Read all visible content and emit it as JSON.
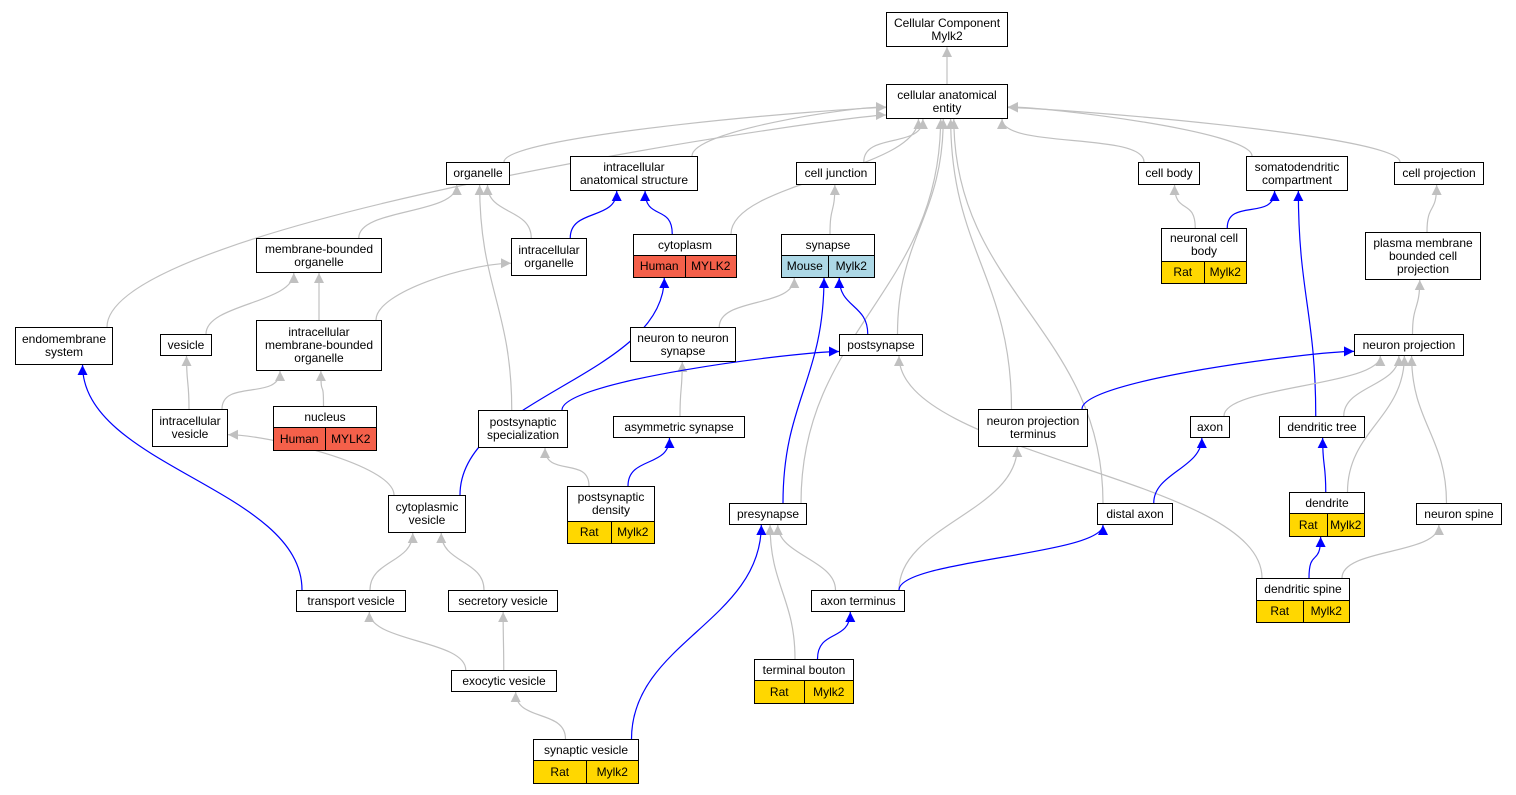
{
  "colors": {
    "is_a_edge": "#c0c0c0",
    "part_of_edge": "#0000ff",
    "rat": "#ffd700",
    "human": "#f4604a",
    "mouse": "#add8e6"
  },
  "nodes": {
    "root": {
      "label": "Cellular Component\nMylk2"
    },
    "cellular_anatomical_entity": {
      "label": "cellular anatomical\nentity"
    },
    "organelle": {
      "label": "organelle"
    },
    "intracellular_anatomical_structure": {
      "label": "intracellular\nanatomical structure"
    },
    "cell_junction": {
      "label": "cell junction"
    },
    "cell_body": {
      "label": "cell body"
    },
    "somatodendritic_compartment": {
      "label": "somatodendritic\ncompartment"
    },
    "cell_projection": {
      "label": "cell projection"
    },
    "membrane_bounded_organelle": {
      "label": "membrane-bounded\norganelle"
    },
    "intracellular_organelle": {
      "label": "intracellular\norganelle"
    },
    "cytoplasm": {
      "label": "cytoplasm",
      "species": "Human",
      "gene": "MYLK2",
      "species_color": "#f4604a"
    },
    "synapse": {
      "label": "synapse",
      "species": "Mouse",
      "gene": "Mylk2",
      "species_color": "#add8e6"
    },
    "neuronal_cell_body": {
      "label": "neuronal cell\nbody",
      "species": "Rat",
      "gene": "Mylk2",
      "species_color": "#ffd700"
    },
    "plasma_membrane_bounded_cell_projection": {
      "label": "plasma membrane\nbounded cell\nprojection"
    },
    "endomembrane_system": {
      "label": "endomembrane\nsystem"
    },
    "vesicle": {
      "label": "vesicle"
    },
    "intracellular_membrane_bounded_organelle": {
      "label": "intracellular\nmembrane-bounded\norganelle"
    },
    "neuron_to_neuron_synapse": {
      "label": "neuron to neuron\nsynapse"
    },
    "postsynapse": {
      "label": "postsynapse"
    },
    "neuron_projection": {
      "label": "neuron projection"
    },
    "intracellular_vesicle": {
      "label": "intracellular\nvesicle"
    },
    "nucleus": {
      "label": "nucleus",
      "species": "Human",
      "gene": "MYLK2",
      "species_color": "#f4604a"
    },
    "postsynaptic_specialization": {
      "label": "postsynaptic\nspecialization"
    },
    "asymmetric_synapse": {
      "label": "asymmetric synapse"
    },
    "neuron_projection_terminus": {
      "label": "neuron projection\nterminus"
    },
    "axon": {
      "label": "axon"
    },
    "dendritic_tree": {
      "label": "dendritic tree"
    },
    "cytoplasmic_vesicle": {
      "label": "cytoplasmic\nvesicle"
    },
    "postsynaptic_density": {
      "label": "postsynaptic\ndensity",
      "species": "Rat",
      "gene": "Mylk2",
      "species_color": "#ffd700"
    },
    "presynapse": {
      "label": "presynapse"
    },
    "distal_axon": {
      "label": "distal axon"
    },
    "dendrite": {
      "label": "dendrite",
      "species": "Rat",
      "gene": "Mylk2",
      "species_color": "#ffd700"
    },
    "neuron_spine": {
      "label": "neuron spine"
    },
    "transport_vesicle": {
      "label": "transport vesicle"
    },
    "secretory_vesicle": {
      "label": "secretory vesicle"
    },
    "axon_terminus": {
      "label": "axon terminus"
    },
    "dendritic_spine": {
      "label": "dendritic spine",
      "species": "Rat",
      "gene": "Mylk2",
      "species_color": "#ffd700"
    },
    "terminal_bouton": {
      "label": "terminal bouton",
      "species": "Rat",
      "gene": "Mylk2",
      "species_color": "#ffd700"
    },
    "exocytic_vesicle": {
      "label": "exocytic vesicle"
    },
    "synaptic_vesicle": {
      "label": "synaptic vesicle",
      "species": "Rat",
      "gene": "Mylk2",
      "species_color": "#ffd700"
    }
  },
  "edges": [
    {
      "from": "cellular_anatomical_entity",
      "to": "root",
      "type": "is_a"
    },
    {
      "from": "organelle",
      "to": "cellular_anatomical_entity",
      "type": "is_a"
    },
    {
      "from": "intracellular_anatomical_structure",
      "to": "cellular_anatomical_entity",
      "type": "is_a"
    },
    {
      "from": "cell_junction",
      "to": "cellular_anatomical_entity",
      "type": "is_a"
    },
    {
      "from": "cell_body",
      "to": "cellular_anatomical_entity",
      "type": "is_a"
    },
    {
      "from": "somatodendritic_compartment",
      "to": "cellular_anatomical_entity",
      "type": "is_a"
    },
    {
      "from": "cell_projection",
      "to": "cellular_anatomical_entity",
      "type": "is_a"
    },
    {
      "from": "endomembrane_system",
      "to": "cellular_anatomical_entity",
      "type": "is_a"
    },
    {
      "from": "cytoplasm",
      "to": "cellular_anatomical_entity",
      "type": "is_a"
    },
    {
      "from": "postsynapse",
      "to": "cellular_anatomical_entity",
      "type": "is_a"
    },
    {
      "from": "presynapse",
      "to": "cellular_anatomical_entity",
      "type": "is_a"
    },
    {
      "from": "neuron_projection_terminus",
      "to": "cellular_anatomical_entity",
      "type": "is_a"
    },
    {
      "from": "distal_axon",
      "to": "cellular_anatomical_entity",
      "type": "is_a"
    },
    {
      "from": "membrane_bounded_organelle",
      "to": "organelle",
      "type": "is_a"
    },
    {
      "from": "intracellular_organelle",
      "to": "organelle",
      "type": "is_a"
    },
    {
      "from": "postsynaptic_specialization",
      "to": "organelle",
      "type": "is_a"
    },
    {
      "from": "intracellular_organelle",
      "to": "intracellular_anatomical_structure",
      "type": "part_of"
    },
    {
      "from": "cytoplasm",
      "to": "intracellular_anatomical_structure",
      "type": "part_of"
    },
    {
      "from": "synapse",
      "to": "cell_junction",
      "type": "is_a"
    },
    {
      "from": "neuronal_cell_body",
      "to": "cell_body",
      "type": "is_a"
    },
    {
      "from": "neuronal_cell_body",
      "to": "somatodendritic_compartment",
      "type": "part_of"
    },
    {
      "from": "dendritic_tree",
      "to": "somatodendritic_compartment",
      "type": "part_of"
    },
    {
      "from": "plasma_membrane_bounded_cell_projection",
      "to": "cell_projection",
      "type": "is_a"
    },
    {
      "from": "vesicle",
      "to": "membrane_bounded_organelle",
      "type": "is_a"
    },
    {
      "from": "intracellular_membrane_bounded_organelle",
      "to": "membrane_bounded_organelle",
      "type": "is_a"
    },
    {
      "from": "intracellular_membrane_bounded_organelle",
      "to": "intracellular_organelle",
      "type": "is_a"
    },
    {
      "from": "neuron_to_neuron_synapse",
      "to": "synapse",
      "type": "is_a"
    },
    {
      "from": "postsynapse",
      "to": "synapse",
      "type": "part_of"
    },
    {
      "from": "presynapse",
      "to": "synapse",
      "type": "part_of"
    },
    {
      "from": "neuron_projection",
      "to": "plasma_membrane_bounded_cell_projection",
      "type": "is_a"
    },
    {
      "from": "cytoplasmic_vesicle",
      "to": "cytoplasm",
      "type": "part_of"
    },
    {
      "from": "intracellular_vesicle",
      "to": "vesicle",
      "type": "is_a"
    },
    {
      "from": "intracellular_vesicle",
      "to": "intracellular_membrane_bounded_organelle",
      "type": "is_a"
    },
    {
      "from": "nucleus",
      "to": "intracellular_membrane_bounded_organelle",
      "type": "is_a"
    },
    {
      "from": "transport_vesicle",
      "to": "endomembrane_system",
      "type": "part_of"
    },
    {
      "from": "asymmetric_synapse",
      "to": "neuron_to_neuron_synapse",
      "type": "is_a"
    },
    {
      "from": "postsynaptic_specialization",
      "to": "postsynapse",
      "type": "part_of"
    },
    {
      "from": "dendritic_spine",
      "to": "postsynapse",
      "type": "is_a"
    },
    {
      "from": "neuron_projection_terminus",
      "to": "neuron_projection",
      "type": "part_of"
    },
    {
      "from": "axon",
      "to": "neuron_projection",
      "type": "is_a"
    },
    {
      "from": "dendritic_tree",
      "to": "neuron_projection",
      "type": "is_a"
    },
    {
      "from": "dendrite",
      "to": "neuron_projection",
      "type": "is_a"
    },
    {
      "from": "neuron_spine",
      "to": "neuron_projection",
      "type": "is_a"
    },
    {
      "from": "cytoplasmic_vesicle",
      "to": "intracellular_vesicle",
      "type": "is_a"
    },
    {
      "from": "postsynaptic_density",
      "to": "postsynaptic_specialization",
      "type": "is_a"
    },
    {
      "from": "postsynaptic_density",
      "to": "asymmetric_synapse",
      "type": "part_of"
    },
    {
      "from": "axon_terminus",
      "to": "neuron_projection_terminus",
      "type": "is_a"
    },
    {
      "from": "distal_axon",
      "to": "axon",
      "type": "part_of"
    },
    {
      "from": "dendrite",
      "to": "dendritic_tree",
      "type": "part_of"
    },
    {
      "from": "transport_vesicle",
      "to": "cytoplasmic_vesicle",
      "type": "is_a"
    },
    {
      "from": "secretory_vesicle",
      "to": "cytoplasmic_vesicle",
      "type": "is_a"
    },
    {
      "from": "axon_terminus",
      "to": "presynapse",
      "type": "is_a"
    },
    {
      "from": "terminal_bouton",
      "to": "presynapse",
      "type": "is_a"
    },
    {
      "from": "synaptic_vesicle",
      "to": "presynapse",
      "type": "part_of"
    },
    {
      "from": "axon_terminus",
      "to": "distal_axon",
      "type": "part_of"
    },
    {
      "from": "dendritic_spine",
      "to": "dendrite",
      "type": "part_of"
    },
    {
      "from": "dendritic_spine",
      "to": "neuron_spine",
      "type": "is_a"
    },
    {
      "from": "exocytic_vesicle",
      "to": "transport_vesicle",
      "type": "is_a"
    },
    {
      "from": "exocytic_vesicle",
      "to": "secretory_vesicle",
      "type": "is_a"
    },
    {
      "from": "terminal_bouton",
      "to": "axon_terminus",
      "type": "part_of"
    },
    {
      "from": "synaptic_vesicle",
      "to": "exocytic_vesicle",
      "type": "is_a"
    }
  ]
}
